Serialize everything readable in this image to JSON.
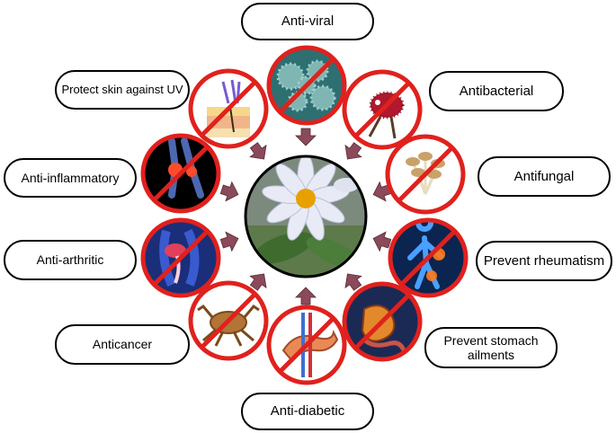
{
  "center": {
    "name": "plant-flower",
    "colors": {
      "petal": "#e8eaf6",
      "core": "#e6a100",
      "leaf": "#3f6b2f",
      "bg": "#7b8a7c"
    }
  },
  "arrow_color": "#8a4a5a",
  "no_sign_color": "#e0211d",
  "labels": [
    {
      "key": "anti-viral",
      "text": "Anti-viral"
    },
    {
      "key": "antibacterial",
      "text": "Antibacterial"
    },
    {
      "key": "antifungal",
      "text": "Antifungal"
    },
    {
      "key": "prevent-rheumatism",
      "text": "Prevent rheumatism"
    },
    {
      "key": "prevent-stomach-ailments",
      "text": "Prevent stomach ailments"
    },
    {
      "key": "anti-diabetic",
      "text": "Anti-diabetic"
    },
    {
      "key": "anticancer",
      "text": "Anticancer"
    },
    {
      "key": "anti-arthritic",
      "text": "Anti-arthritic"
    },
    {
      "key": "anti-inflammatory",
      "text": "Anti-inflammatory"
    },
    {
      "key": "protect-skin",
      "text": "Protect skin against UV"
    }
  ],
  "icons": [
    {
      "key": "virus",
      "name": "virus-icon",
      "bg": "#2e6f72",
      "fg": "#9fd0cf"
    },
    {
      "key": "bacteria",
      "name": "bacteria-icon",
      "bg": "#ffffff",
      "fg": "#b0182e"
    },
    {
      "key": "fungus",
      "name": "mushroom-icon",
      "bg": "#ffffff",
      "fg": "#c9a26a"
    },
    {
      "key": "rheumatism",
      "name": "rheumatism-body-icon",
      "bg": "#0b2550",
      "fg": "#ff7a1a"
    },
    {
      "key": "stomach",
      "name": "stomach-icon",
      "bg": "#1b2a55",
      "fg": "#e2892b"
    },
    {
      "key": "pancreas",
      "name": "pancreas-icon",
      "bg": "#ffffff",
      "fg": "#e98a56"
    },
    {
      "key": "crab",
      "name": "crab-icon",
      "bg": "#ffffff",
      "fg": "#b27437"
    },
    {
      "key": "arthritis",
      "name": "arthritic-hip-icon",
      "bg": "#1a2e7a",
      "fg": "#e0405a"
    },
    {
      "key": "inflammation",
      "name": "inflamed-leg-icon",
      "bg": "#000000",
      "fg": "#ff4b2b"
    },
    {
      "key": "skin-uv",
      "name": "skin-uv-icon",
      "bg": "#ffffff",
      "fg": "#f0c070"
    }
  ]
}
